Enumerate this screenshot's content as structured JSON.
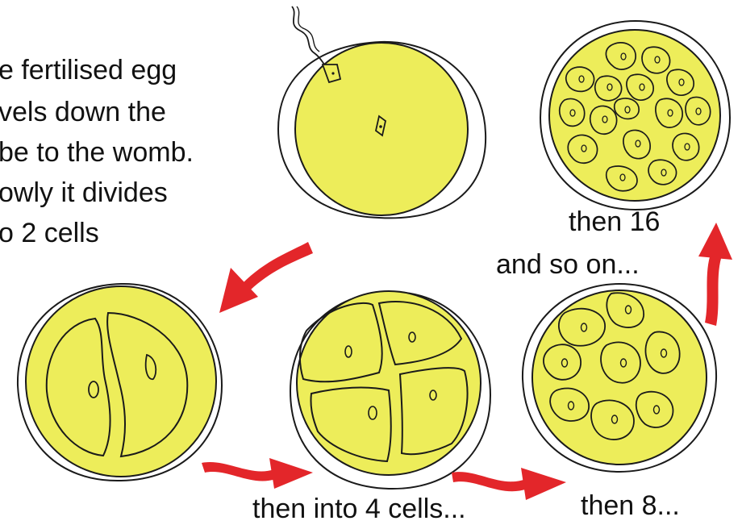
{
  "intro": {
    "lines": [
      "e fertilised egg",
      "vels down the",
      "be to the womb.",
      "owly it divides",
      "o 2 cells"
    ]
  },
  "stages": [
    {
      "caption": "",
      "cells": 1
    },
    {
      "caption": "",
      "cells": 2
    },
    {
      "caption": "then into 4 cells...",
      "cells": 4
    },
    {
      "caption": "then 8...",
      "cells": 8
    },
    {
      "caption_lines": [
        "then 16",
        "and so on..."
      ],
      "cells": 16
    }
  ],
  "colors": {
    "cell_fill": "#eded5a",
    "outline": "#1a1a1a",
    "arrow": "#e3262a",
    "text": "#111111"
  },
  "icons": [
    "curved-arrow-icon",
    "wavy-arrow-icon",
    "up-arrow-icon",
    "sperm-icon"
  ]
}
